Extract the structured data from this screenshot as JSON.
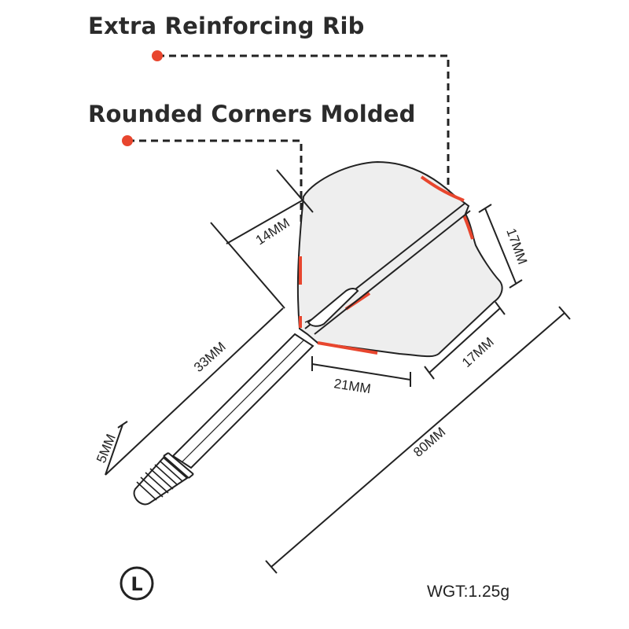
{
  "labels": {
    "rib": "Extra Reinforcing Rib",
    "corners": "Rounded Corners Molded"
  },
  "dimensions": {
    "wing_width": "14MM",
    "wing_height": "17MM",
    "flight_height": "17MM",
    "flight_length": "21MM",
    "shaft_length": "33MM",
    "thread": "5MM",
    "overall_length": "80MM"
  },
  "size_badge": "L",
  "weight": "WGT:1.25g",
  "colors": {
    "accent": "#e8462e",
    "line": "#222222",
    "flight_fill": "#eeeeee"
  }
}
